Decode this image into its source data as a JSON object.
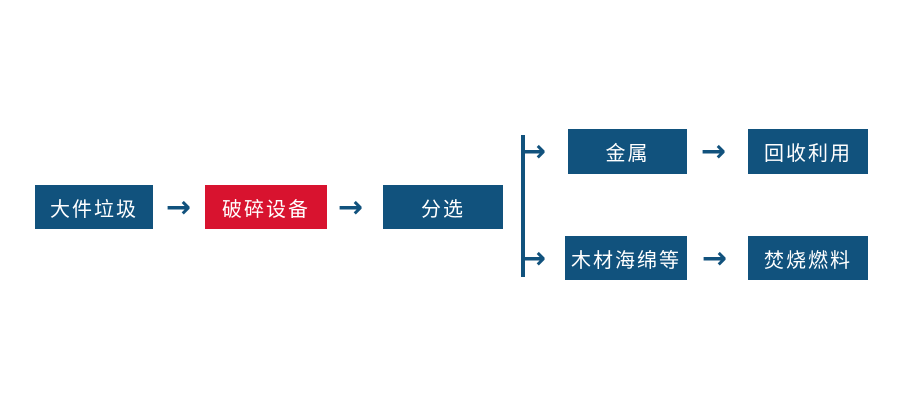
{
  "diagram": {
    "type": "flowchart",
    "background": "#ffffff",
    "colors": {
      "node_fill": "#11527D",
      "highlight_fill": "#D8132F",
      "node_text": "#ffffff",
      "arrow": "#11527D"
    },
    "arrow_glyph": "→",
    "nodes": [
      {
        "id": "bulky-waste",
        "label": "大件垃圾",
        "variant": "blue"
      },
      {
        "id": "crushing-equipment",
        "label": "破碎设备",
        "variant": "red"
      },
      {
        "id": "sorting",
        "label": "分选",
        "variant": "blue"
      },
      {
        "id": "metal",
        "label": "金属",
        "variant": "blue"
      },
      {
        "id": "recycling",
        "label": "回收利用",
        "variant": "blue"
      },
      {
        "id": "wood-sponge-etc",
        "label": "木材海绵等",
        "variant": "blue"
      },
      {
        "id": "incineration-fuel",
        "label": "焚烧燃料",
        "variant": "blue"
      }
    ],
    "edges": [
      {
        "from": "bulky-waste",
        "to": "crushing-equipment"
      },
      {
        "from": "crushing-equipment",
        "to": "sorting"
      },
      {
        "from": "sorting",
        "to": "metal"
      },
      {
        "from": "sorting",
        "to": "wood-sponge-etc"
      },
      {
        "from": "metal",
        "to": "recycling"
      },
      {
        "from": "wood-sponge-etc",
        "to": "incineration-fuel"
      }
    ]
  }
}
